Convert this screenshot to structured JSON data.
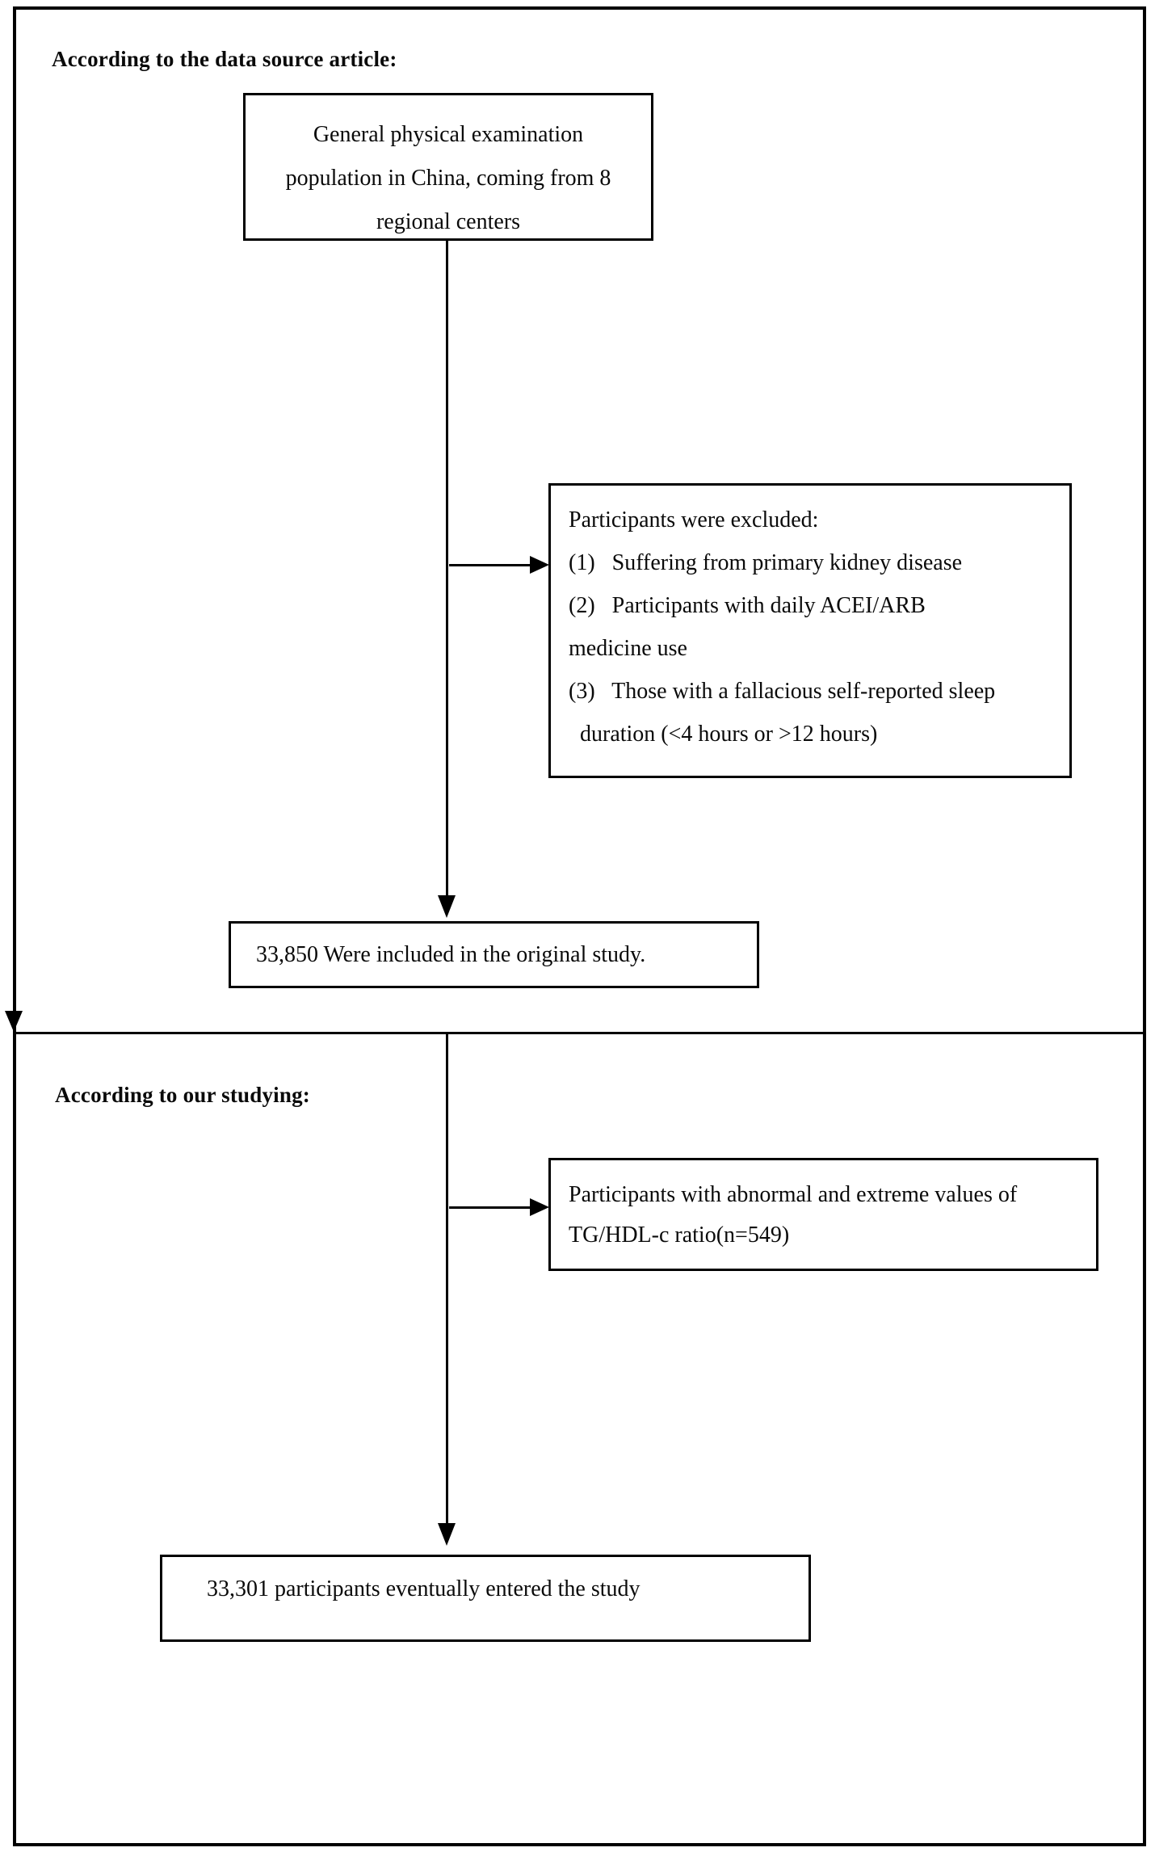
{
  "diagram": {
    "colors": {
      "line": "#000000",
      "text": "#0a0a0a",
      "background": "#ffffff"
    },
    "sections": [
      {
        "heading": "According to the data source article:",
        "source_box": {
          "lines": [
            "General physical examination",
            "population in China, coming from 8",
            "regional centers"
          ]
        },
        "exclusion_box": {
          "lines": [
            "Participants were excluded:",
            "(1)   Suffering from primary kidney disease",
            "(2)   Participants with daily ACEI/ARB",
            "medicine use",
            "(3)   Those with a fallacious self-reported sleep",
            "  duration (<4 hours or >12 hours)"
          ]
        },
        "result_box": {
          "text": "33,850 Were included in the original study."
        }
      },
      {
        "heading": "According to our studying:",
        "exclusion_box": {
          "lines": [
            "Participants with abnormal and extreme values of",
            "TG/HDL-c ratio(n=549)"
          ]
        },
        "result_box": {
          "text": "33,301 participants eventually entered the study"
        }
      }
    ]
  }
}
